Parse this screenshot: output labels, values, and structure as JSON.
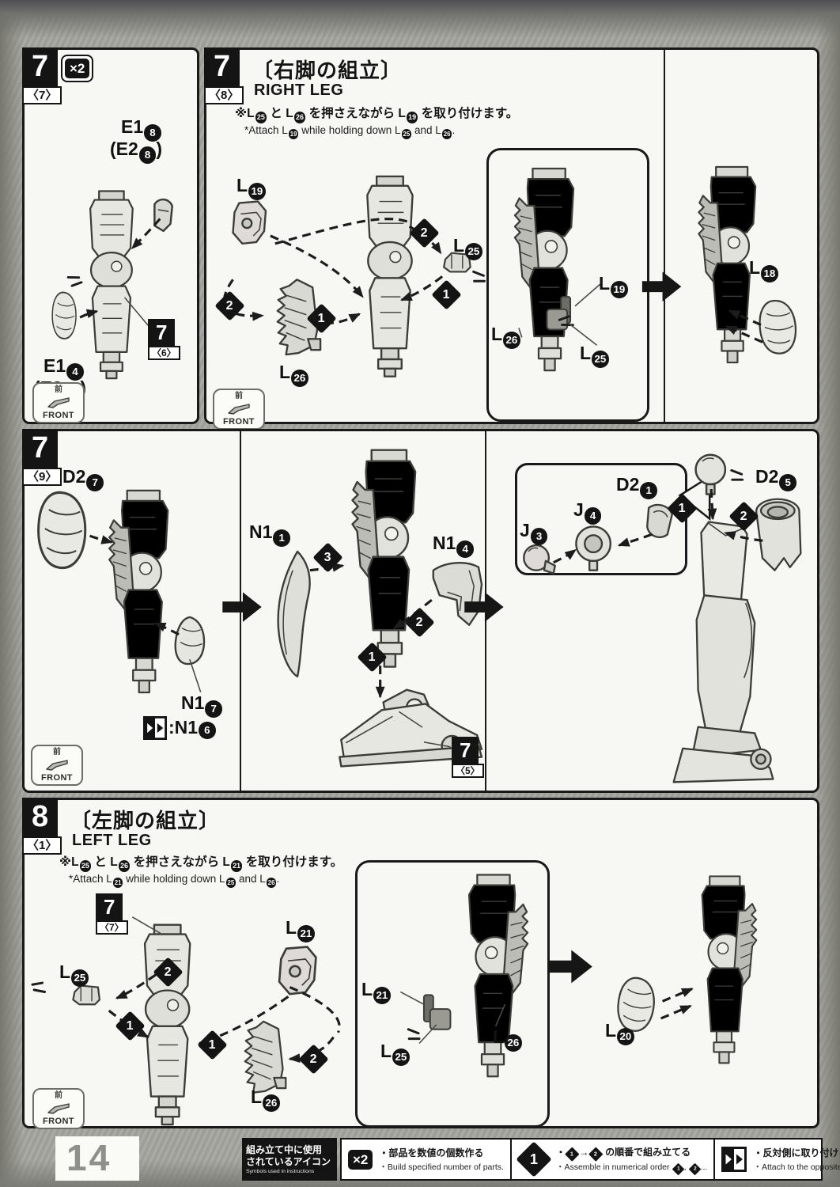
{
  "page": {
    "number": "14",
    "paper_color": "#f7f7f3",
    "background_color": "#a7a7a1",
    "accent_black": "#141414"
  },
  "front_icon": {
    "jp": "前",
    "en": "FRONT"
  },
  "steps_shared": {
    "d1": "1",
    "d2": "2",
    "d3": "3"
  },
  "panel_7_7": {
    "badge": {
      "step": "7",
      "sub": "〈7〉"
    },
    "multiplier": "×2",
    "label_e18": "E1{8}",
    "label_e28": "(E2{8})",
    "label_e14": "E1{4}",
    "label_e24": "(E2{4})",
    "ref_badge": {
      "step": "7",
      "sub": "〈6〉"
    }
  },
  "panel_7_8": {
    "badge": {
      "step": "7",
      "sub": "〈8〉"
    },
    "title_jp": "〔右脚の組立〕",
    "title_en": "RIGHT LEG",
    "note_jp": "※L{25} と L{26} を押さえながら L{19} を取り付けます。",
    "note_en": "*Attach L{19} while holding down L{25} and L{26}.",
    "label_l19": "L{19}",
    "label_l25": "L{25}",
    "label_l26": "L{26}",
    "inset_label_l26": "L{26}",
    "inset_label_l19": "L{19}",
    "inset_label_l25": "L{25}",
    "result_label_l18": "L{18}"
  },
  "panel_7_9": {
    "badge": {
      "step": "7",
      "sub": "〈9〉"
    },
    "label_d27": "D2{7}",
    "label_n17": "N1{7}",
    "label_n16": ":N1{6}",
    "label_n11": "N1{1}",
    "label_n14": "N1{4}",
    "ref_badge": {
      "step": "7",
      "sub": "〈5〉"
    },
    "label_d21": "D2{1}",
    "label_j4": "J{4}",
    "label_j3": "J{3}",
    "label_d25": "D2{5}"
  },
  "panel_8_1": {
    "badge": {
      "step": "8",
      "sub": "〈1〉"
    },
    "title_jp": "〔左脚の組立〕",
    "title_en": "LEFT LEG",
    "note_jp": "※L{25} と L{26} を押さえながら L{21} を取り付けます。",
    "note_en": "*Attach L{21} while holding down L{25} and L{26}.",
    "ref_badge": {
      "step": "7",
      "sub": "〈7〉"
    },
    "label_l25": "L{25}",
    "label_l21": "L{21}",
    "label_l26": "L{26}",
    "inset_label_l21": "L{21}",
    "inset_label_l25": "L{25}",
    "inset_label_l26": "L{26}",
    "result_label_l20": "L{20}"
  },
  "legend": {
    "title_jp1": "組み立て中に使用",
    "title_jp2": "されているアイコン",
    "title_en": "Symbols used in instructions",
    "items": [
      {
        "icon": "x2-icon",
        "icon_label": "×2",
        "jp": "・部品を数値の個数作る",
        "en": "・Build specified number of parts."
      },
      {
        "icon": "order-diamond-icon",
        "icon_label": "1",
        "jp": "・{d1}→{d2} の順番で組み立てる",
        "en": "・Assemble in numerical order {d1}, {d2}..."
      },
      {
        "icon": "mirror-icon",
        "jp": "・反対側に取り付けるパーツ",
        "en": "・Attach to the opposite side."
      }
    ]
  }
}
